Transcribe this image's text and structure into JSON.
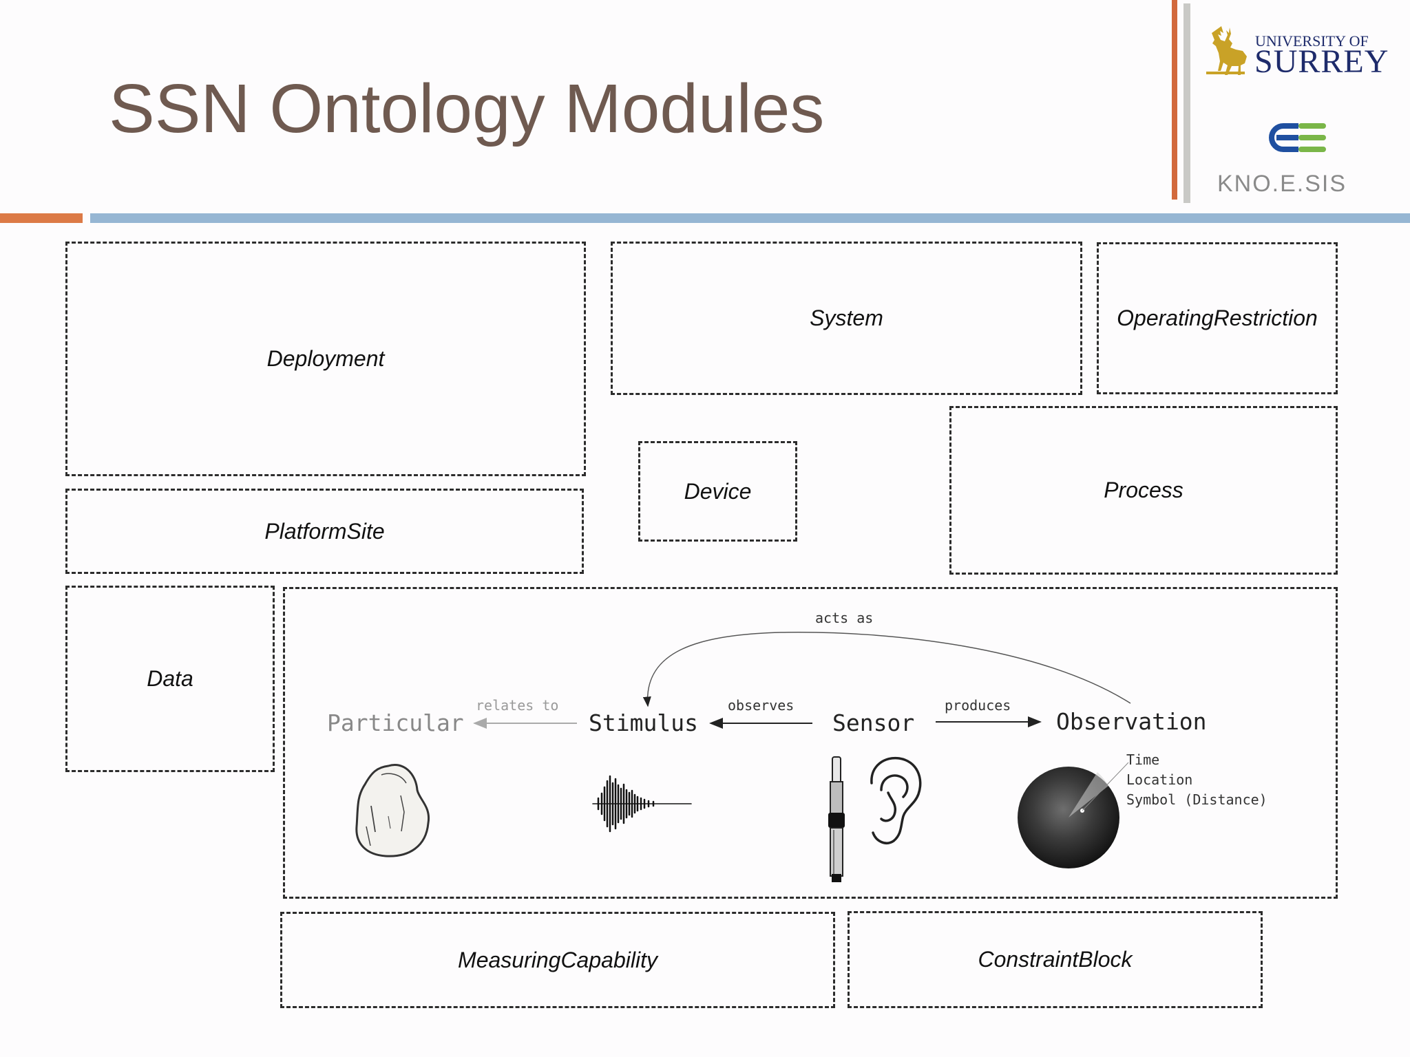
{
  "header": {
    "title": "SSN Ontology Modules"
  },
  "logos": {
    "surrey_line1": "UNIVERSITY OF",
    "surrey_line2": "SURREY",
    "knoesis": "KNO.E.SIS"
  },
  "modules": {
    "deployment": "Deployment",
    "system": "System",
    "operating_restriction": "OperatingRestriction",
    "platform_site": "PlatformSite",
    "device": "Device",
    "process": "Process",
    "data": "Data",
    "measuring_capability": "MeasuringCapability",
    "constraint_block": "ConstraintBlock"
  },
  "core": {
    "particular": "Particular",
    "stimulus": "Stimulus",
    "sensor": "Sensor",
    "observation": "Observation",
    "relates_to": "relates to",
    "observes": "observes",
    "produces": "produces",
    "acts_as": "acts as",
    "obs_attr_1": "Time",
    "obs_attr_2": "Location",
    "obs_attr_3": "Symbol (Distance)"
  },
  "colors": {
    "title": "#6f5a50",
    "accent_orange": "#d2693c",
    "accent_blue": "#96b6d3",
    "surrey_gold": "#c9a227",
    "surrey_navy": "#1e2b6b",
    "knoesis_blue": "#1f4fa0",
    "knoesis_green": "#7ab648"
  }
}
